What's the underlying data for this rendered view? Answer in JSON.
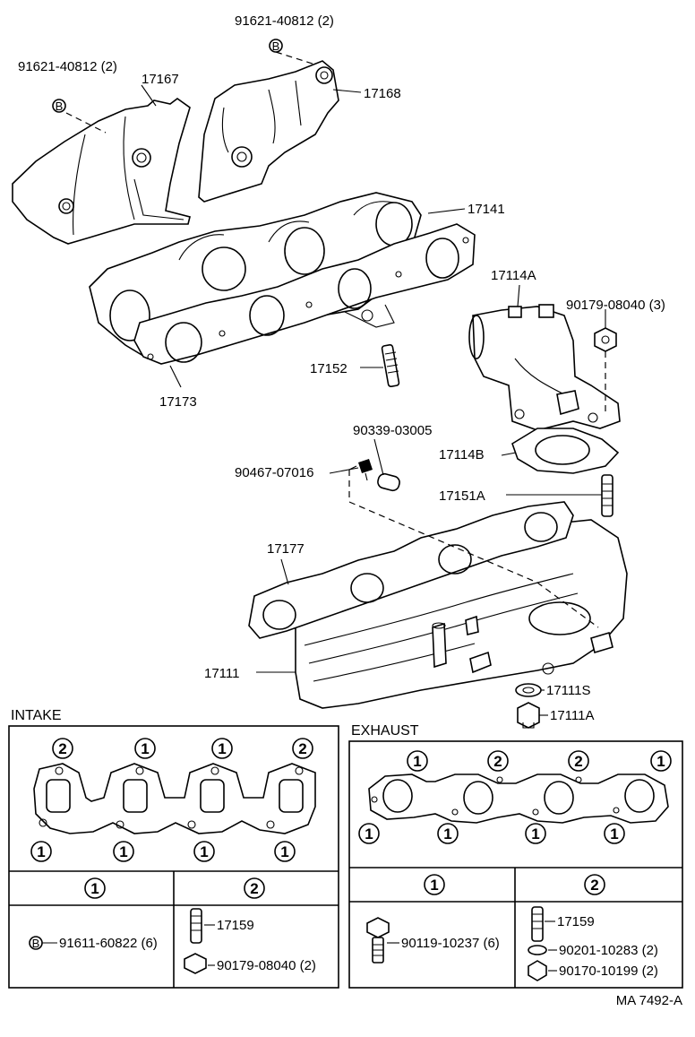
{
  "labels": {
    "l_91621_b": "91621-40812 (2)",
    "l_91621_a": "91621-40812 (2)",
    "l_17167": "17167",
    "l_17168": "17168",
    "l_17141": "17141",
    "l_17114A": "17114A",
    "l_90179_top": "90179-08040 (3)",
    "l_17152": "17152",
    "l_17173": "17173",
    "l_90339": "90339-03005",
    "l_90467": "90467-07016",
    "l_17114B": "17114B",
    "l_17151A": "17151A",
    "l_17177": "17177",
    "l_17111": "17111",
    "l_17111S": "17111S",
    "l_17111A": "17111A"
  },
  "badges": {
    "b1": "B",
    "b2": "B",
    "b3": "B"
  },
  "intake": {
    "title": "INTAKE",
    "top_numbers": [
      "2",
      "1",
      "1",
      "2"
    ],
    "bottom_numbers": [
      "1",
      "1",
      "1",
      "1"
    ],
    "col1_header": "1",
    "col2_header": "2",
    "col1_part": "91611-60822 (6)",
    "col2_part1": "17159",
    "col2_part2": "90179-08040 (2)"
  },
  "exhaust": {
    "title": "EXHAUST",
    "top_numbers": [
      "1",
      "2",
      "2",
      "1"
    ],
    "bottom_numbers": [
      "1",
      "1",
      "1",
      "1"
    ],
    "col1_header": "1",
    "col2_header": "2",
    "col1_part": "90119-10237 (6)",
    "col2_part1": "17159",
    "col2_part2": "90201-10283 (2)",
    "col2_part3": "90170-10199 (2)"
  },
  "footer": {
    "code": "MA  7492-A"
  }
}
